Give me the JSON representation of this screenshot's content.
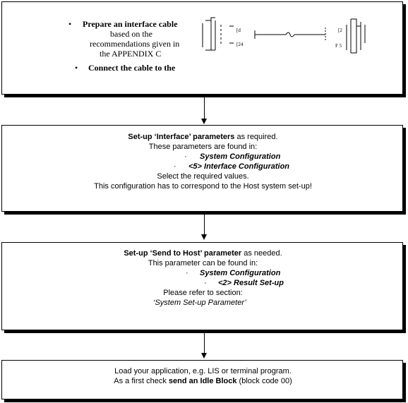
{
  "box1": {
    "bullet1_bold": "Prepare an interface cable",
    "bullet1_rest1": "based on the",
    "bullet1_rest2": "recommendations given in",
    "bullet1_rest3": "the APPENDIX C",
    "bullet2_bold": "Connect the cable to the",
    "cable_labels": {
      "left_top": "[d",
      "left_bot": "[24",
      "right_top": "[2",
      "right_bot": "F 5"
    },
    "bullet_char": "•"
  },
  "box2": {
    "heading_bold": "Set-up ‘Interface’ parameters",
    "heading_rest": " as required.",
    "line2": "These parameters are found in:",
    "path1": "System Configuration",
    "path2": "<5> Interface Configuration",
    "line5": "Select the required values.",
    "line6": "This configuration has to correspond to the Host system set-up!",
    "sub_bullet": "·"
  },
  "box3": {
    "heading_bold": "Set-up ‘Send to Host’ parameter",
    "heading_rest": " as needed.",
    "line2": "This parameter can be found in:",
    "path1": "System Configuration",
    "path2": "<2> Result Set-up",
    "line5": "Please refer to section:",
    "line6": "‘System Set-up Parameter’",
    "sub_bullet": "·"
  },
  "box4": {
    "line1": "Load your application, e.g. LIS or terminal program.",
    "line2_pre": "As a first check ",
    "line2_bold": "send an Idle Block",
    "line2_post": " (block code 00)"
  }
}
